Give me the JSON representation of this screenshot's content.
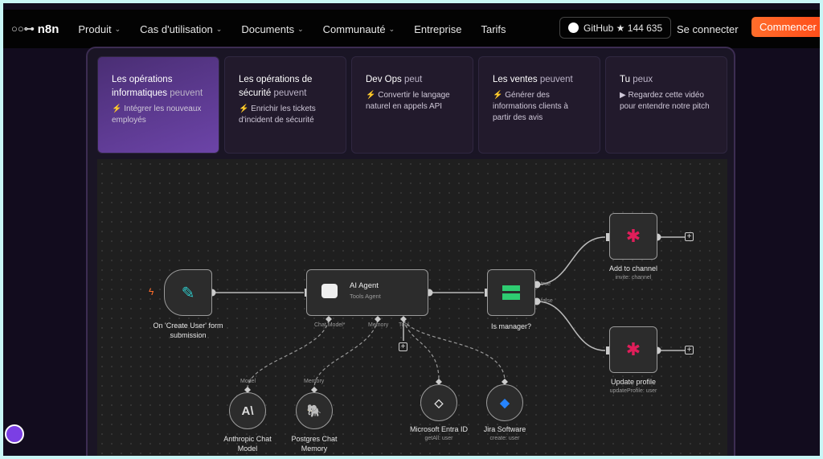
{
  "nav": {
    "brand": "n8n",
    "items": [
      {
        "label": "Produit",
        "dropdown": true
      },
      {
        "label": "Cas d'utilisation",
        "dropdown": true
      },
      {
        "label": "Documents",
        "dropdown": true
      },
      {
        "label": "Communauté",
        "dropdown": true
      },
      {
        "label": "Entreprise"
      },
      {
        "label": "Tarifs"
      }
    ],
    "github": "GitHub ★ 144 635",
    "login": "Se connecter",
    "start": "Commencer"
  },
  "cards": [
    {
      "strong": "Les opérations informatiques",
      "light": "peuvent",
      "desc": "⚡ Intégrer les nouveaux employés"
    },
    {
      "strong": "Les opérations de sécurité",
      "light": "peuvent",
      "desc": "⚡ Enrichir les tickets d'incident de sécurité"
    },
    {
      "strong": "Dev Ops",
      "light": "peut",
      "desc": "⚡ Convertir le langage naturel en appels API"
    },
    {
      "strong": "Les ventes",
      "light": "peuvent",
      "desc": "⚡ Générer des informations clients à partir des avis"
    },
    {
      "strong": "Tu",
      "light": "peux",
      "desc": "▶ Regardez cette vidéo pour entendre notre pitch"
    }
  ],
  "workflow": {
    "trigger": {
      "label": "On 'Create User' form submission"
    },
    "agent": {
      "label": "AI Agent",
      "sub": "Tools Agent",
      "ports": [
        "Chat Model*",
        "Memory",
        "Tool"
      ]
    },
    "if": {
      "label": "Is manager?",
      "true": "true",
      "false": "false"
    },
    "add": {
      "label": "Add to channel",
      "sub": "invite: channel"
    },
    "update": {
      "label": "Update profile",
      "sub": "updateProfile: user"
    },
    "anthropic": {
      "label": "Anthropic Chat Model",
      "port": "Model"
    },
    "postgres": {
      "label": "Postgres Chat Memory",
      "port": "Memory"
    },
    "entra": {
      "label": "Microsoft Entra ID",
      "sub": "getAll: user"
    },
    "jira": {
      "label": "Jira Software",
      "sub": "create: user"
    }
  }
}
